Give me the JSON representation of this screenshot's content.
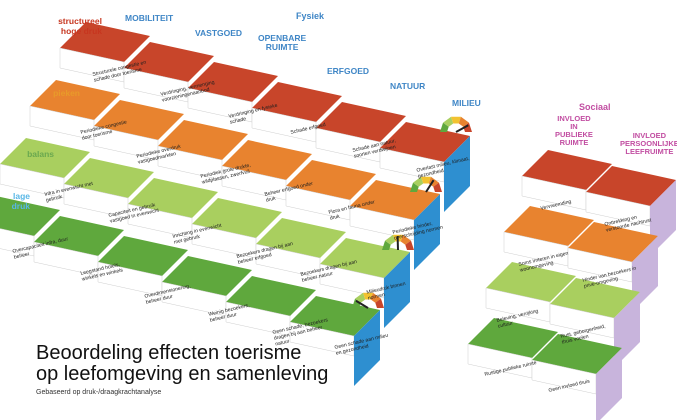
{
  "colors": {
    "red": "#c8452a",
    "orange": "#e8832f",
    "light_green": "#a9cf5f",
    "green": "#5fa83d",
    "blue_label": "#3f86c6",
    "pink_label": "#c24ea2",
    "side_fysiek": "#2e8fd0",
    "side_sociaal": "#c8b4dc",
    "level_structureel": "#c7361f",
    "level_pieken": "#e89a2a",
    "level_balans": "#6aa84f",
    "level_lage": "#58b7e6"
  },
  "groups": {
    "fysiek": "Fysiek",
    "sociaal": "Sociaal"
  },
  "levels": {
    "structureel": "structureel\nhoge druk",
    "pieken": "pieken",
    "balans": "balans",
    "lage": "lage\ndruk"
  },
  "headers": {
    "mobiliteit": "MOBILITEIT",
    "vastgoed": "VASTGOED",
    "openbare_ruimte": "OPENBARE\nRUIMTE",
    "erfgoed": "ERFGOED",
    "natuur": "NATUUR",
    "milieu": "MILIEU",
    "invloed_publieke": "INVLOED\nIN\nPUBLIEKE\nRUIMTE",
    "invloed_persoonlijke": "INVLOED\nPERSOONLIJKE\nLEEFRUIMTE"
  },
  "captions": {
    "mob_1": "Structurele congestie en schade door toerisme",
    "mob_2": "Periodieke congestie door toerisme",
    "mob_3": "Infra in evenwicht met gebruik",
    "mob_4": "Overcapaciteit infra, duur beheer",
    "vast_1": "Verdringing, vermenging voorzieningenaanbod",
    "vast_2": "Periodieke overdruk vastgoedmarkten",
    "vast_3": "Capaciteit en gebruik vastgoed in evenwicht",
    "vast_4": "Leegstand hotels, winkels en winkels",
    "open_1": "Verdringing en fysieke schade",
    "open_2": "Periodiek grote drukte, wildplassen, zwerfvuil",
    "open_3": "Inrichting in evenwicht met gebruik",
    "open_4": "Overdimensionering, beheer duur",
    "erf_1": "Schade erfgoed",
    "erf_2": "Beheer erfgoed onder druk",
    "erf_3": "Bezoekers dragen bij aan beheer erfgoed",
    "erf_4": "Weinig bezoekers, beheer duur",
    "nat_1": "Schade aan natuur, soorten verdwijnen",
    "nat_2": "Flora en fauna onder druk",
    "nat_3": "Bezoekers dragen bij aan beheer natuur",
    "nat_4": "Geen schade, bezoekers dragen bij aan beheer natuur",
    "mil_1": "Overlast milieu, klimaat, gezondheid",
    "mil_2": "Periodieke hinder, overschrijding normen",
    "mil_3": "Milieudruk binnen normen",
    "mil_4": "Geen schade aan milieu en gezondheid",
    "soc_a1": "Vervreemding",
    "soc_a2": "Soms irriteren in eigen woonomgeving",
    "soc_a3": "Beleving, verrijking cultuur",
    "soc_a4": "Rustige publieke ruimte",
    "soc_b1": "Onttrekking en verstoorde nachtrust",
    "soc_b2": "Hinder van bezoekers in privé-omgeving",
    "soc_b3": "Rust, geborgenheid, thuis voelen",
    "soc_b4": "Geen invloed thuis"
  },
  "title": {
    "line1": "Beoordeling effecten toerisme",
    "line2": "op leefomgeving en samenleving",
    "subtitle": "Gebaseerd op druk-/draagkrachtanalyse"
  }
}
